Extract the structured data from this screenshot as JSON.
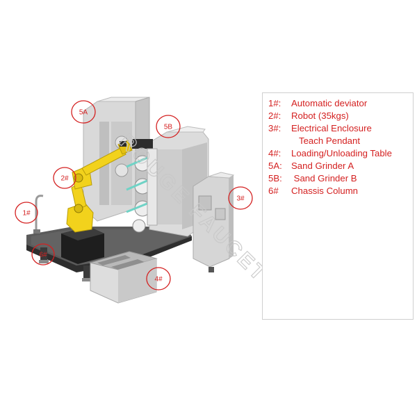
{
  "callouts": {
    "c1": "1#",
    "c2": "2#",
    "c3": "3#",
    "c4": "4#",
    "c5a": "5A",
    "c5b": "5B",
    "c6": "6#"
  },
  "legend": [
    {
      "key": "1#:",
      "label": "Automatic deviator"
    },
    {
      "key": "2#:",
      "label": "Robot (35kgs)"
    },
    {
      "key": "3#:",
      "label": "Electrical Enclosure"
    },
    {
      "key": "",
      "label": "Teach Pendant"
    },
    {
      "key": "4#:",
      "label": "Loading/Unloading Table"
    },
    {
      "key": "5A:",
      "label": "Sand Grinder A"
    },
    {
      "key": "5B:",
      "label": " Sand Grinder B"
    },
    {
      "key": "6#",
      "label": "Chassis Column"
    }
  ],
  "watermark": "ROUGE FAUCET",
  "colors": {
    "callout": "#d42020",
    "robot": "#f2d21c",
    "machine": "#d9d9d9",
    "base": "#3a3a3a"
  }
}
